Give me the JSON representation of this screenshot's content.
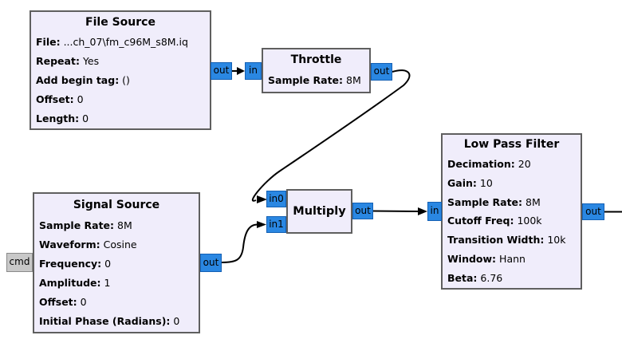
{
  "colors": {
    "canvas_bg": "#ffffff",
    "block_fill": "#f0edfb",
    "block_border": "#5f5f5f",
    "port_fill": "#2a87e2",
    "port_border": "#1460b4",
    "msg_port_fill": "#c8c8c8",
    "msg_port_border": "#8a8a8a",
    "connection": "#000000",
    "text": "#000000"
  },
  "blocks": [
    {
      "title": "File Source",
      "params": [
        {
          "label": "File:",
          "value": "...ch_07\\fm_c96M_s8M.iq"
        },
        {
          "label": "Repeat:",
          "value": "Yes"
        },
        {
          "label": "Add begin tag:",
          "value": "()"
        },
        {
          "label": "Offset:",
          "value": "0"
        },
        {
          "label": "Length:",
          "value": "0"
        }
      ],
      "inputs": [],
      "outputs": [
        {
          "label": "out"
        }
      ]
    },
    {
      "title": "Throttle",
      "params": [
        {
          "label": "Sample Rate:",
          "value": "8M"
        }
      ],
      "inputs": [
        {
          "label": "in"
        }
      ],
      "outputs": [
        {
          "label": "out"
        }
      ]
    },
    {
      "title": "Signal Source",
      "params": [
        {
          "label": "Sample Rate:",
          "value": "8M"
        },
        {
          "label": "Waveform:",
          "value": "Cosine"
        },
        {
          "label": "Frequency:",
          "value": "0"
        },
        {
          "label": "Amplitude:",
          "value": "1"
        },
        {
          "label": "Offset:",
          "value": "0"
        },
        {
          "label": "Initial Phase (Radians):",
          "value": "0"
        }
      ],
      "inputs": [
        {
          "label": "cmd"
        }
      ],
      "outputs": [
        {
          "label": "out"
        }
      ]
    },
    {
      "title": "Multiply",
      "params": [],
      "inputs": [
        {
          "label": "in0"
        },
        {
          "label": "in1"
        }
      ],
      "outputs": [
        {
          "label": "out"
        }
      ]
    },
    {
      "title": "Low Pass Filter",
      "params": [
        {
          "label": "Decimation:",
          "value": "20"
        },
        {
          "label": "Gain:",
          "value": "10"
        },
        {
          "label": "Sample Rate:",
          "value": "8M"
        },
        {
          "label": "Cutoff Freq:",
          "value": "100k"
        },
        {
          "label": "Transition Width:",
          "value": "10k"
        },
        {
          "label": "Window:",
          "value": "Hann"
        },
        {
          "label": "Beta:",
          "value": "6.76"
        }
      ],
      "inputs": [
        {
          "label": "in"
        }
      ],
      "outputs": [
        {
          "label": "out"
        }
      ]
    }
  ]
}
